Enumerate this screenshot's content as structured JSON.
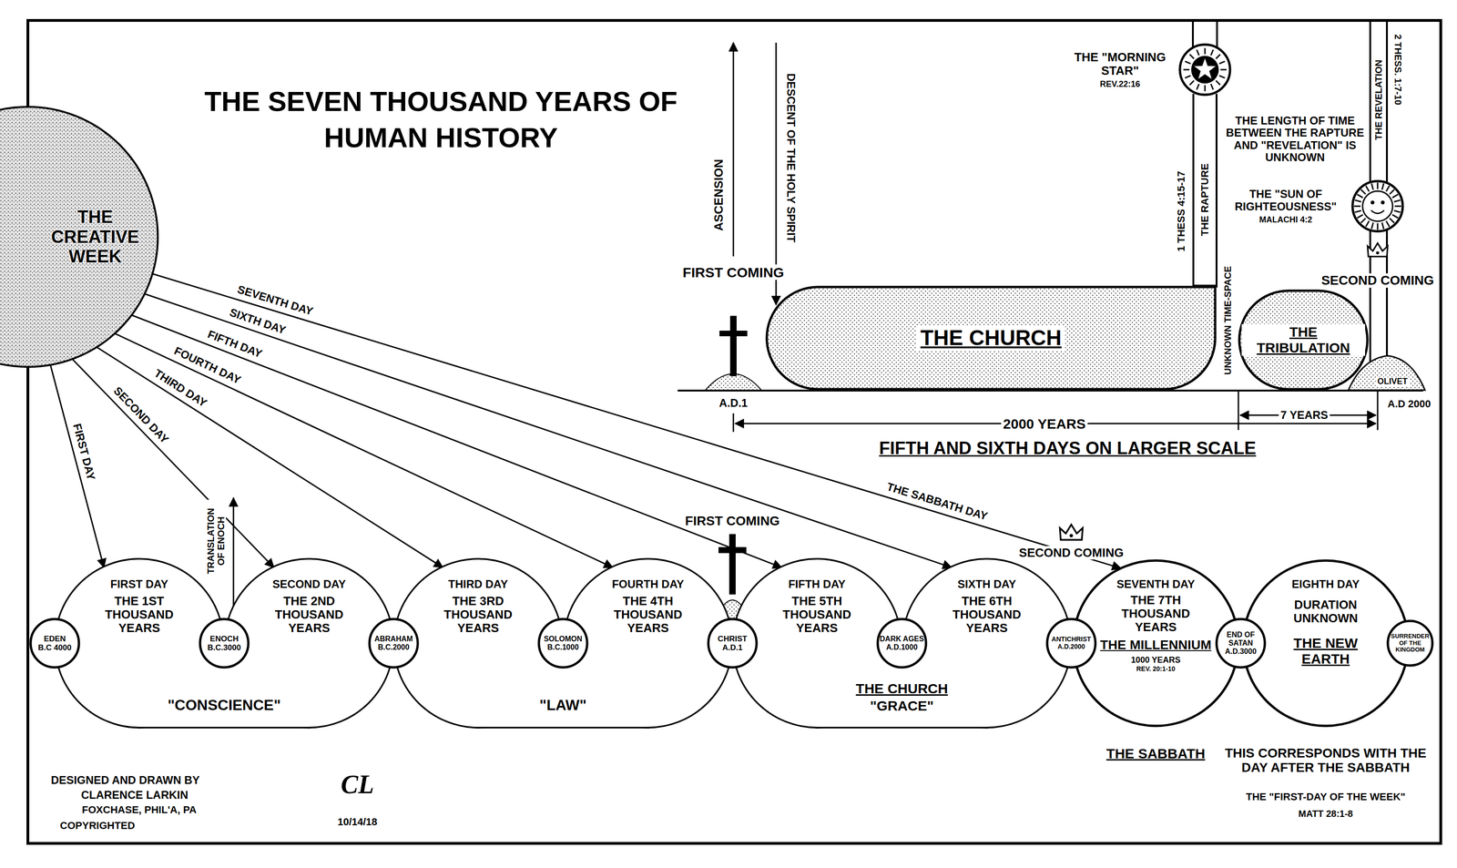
{
  "diagram": {
    "title": "THE SEVEN THOUSAND YEARS OF HUMAN HISTORY",
    "nodes": [
      {
        "text": [
          "THE CREATIVE WEEK"
        ]
      },
      {
        "text": [
          "EDEN",
          "B.C 4000"
        ]
      },
      {
        "text": [
          "\"CONSCIENCE\""
        ]
      },
      {
        "text": [
          "FIRST DAY",
          "THE 1ST THOUSAND YEARS"
        ],
        "in": 2
      },
      {
        "text": [
          "ENOCH",
          "B.C.3000"
        ]
      },
      {
        "text": [
          "SECOND DAY",
          "THE 2ND THOUSAND YEARS"
        ],
        "in": 2
      },
      {
        "text": [
          "ABRAHAM",
          "B.C.2000"
        ]
      },
      {
        "text": [
          "\"LAW\""
        ]
      },
      {
        "text": [
          "THIRD DAY",
          "THE 3RD THOUSAND YEARS"
        ],
        "in": 7
      },
      {
        "text": [
          "SOLOMON",
          "B.C.1000"
        ]
      },
      {
        "text": [
          "FOURTH DAY",
          "THE 4TH THOUSAND YEARS"
        ],
        "in": 7
      },
      {
        "text": [
          "CHRIST",
          "A.D.1"
        ]
      },
      {
        "text": [
          "THE CHURCH",
          "\"GRACE\""
        ]
      },
      {
        "text": [
          "FIFTH DAY",
          "THE 5TH THOUSAND YEARS"
        ],
        "in": 12
      },
      {
        "text": [
          "DARK AGES",
          "A.D.1000"
        ]
      },
      {
        "text": [
          "SIXTH DAY",
          "THE 6TH THOUSAND YEARS"
        ],
        "in": 12
      },
      {
        "text": [
          "ANTICHRIST",
          "A.D.2000"
        ]
      },
      {
        "text": [
          "SEVENTH DAY",
          "THE 7TH THOUSAND YEARS",
          "THE MILLENNIUM",
          "1000 YEARS",
          "REV. 20:1-10"
        ]
      },
      {
        "text": [
          "END OF SATAN",
          "A.D.3000"
        ]
      },
      {
        "text": [
          "EIGHTH DAY",
          "DURATION UNKNOWN",
          "THE NEW EARTH"
        ]
      },
      {
        "text": [
          "SURRENDER OF THE KINGDOM"
        ]
      },
      {
        "text": [
          "THE \"MORNING STAR\"",
          "REV.22:16"
        ]
      },
      {
        "text": [
          "THE \"SUN OF RIGHTEOUSNESS\"",
          "MALACHI 4:2"
        ]
      },
      {
        "text": [
          "THE CHURCH"
        ]
      },
      {
        "text": [
          "THE TRIBULATION"
        ]
      }
    ],
    "edges": [
      {
        "from": 0,
        "to": 3,
        "label": "FIRST DAY",
        "arrow": "to"
      },
      {
        "from": 0,
        "to": 5,
        "label": "SECOND DAY",
        "arrow": "to"
      },
      {
        "from": 0,
        "to": 8,
        "label": "THIRD DAY",
        "arrow": "to"
      },
      {
        "from": 0,
        "to": 10,
        "label": "FOURTH DAY",
        "arrow": "to"
      },
      {
        "from": 0,
        "to": 13,
        "label": "FIFTH DAY",
        "arrow": "to"
      },
      {
        "from": 0,
        "to": 15,
        "label": "SIXTH DAY",
        "arrow": "to"
      },
      {
        "from": 0,
        "to": 17,
        "label": "SEVENTH DAY",
        "arrow": "to"
      },
      {
        "from": 23,
        "to": 21,
        "label": "THE RAPTURE",
        "arrow": "none"
      }
    ],
    "labels": [
      "THE SABBATH DAY",
      "TRANSLATION OF ENOCH",
      "FIRST COMING",
      "SECOND COMING",
      "THE SABBATH",
      "THIS CORRESPONDS WITH THE DAY AFTER THE SABBATH",
      "THE \"FIRST-DAY OF THE WEEK\"",
      "MATT 28:1-8",
      "DESIGNED AND DRAWN BY",
      "CLARENCE LARKIN",
      "FOXCHASE, PHIL'A, PA",
      "COPYRIGHTED",
      "CL",
      "10/14/18",
      "ASCENSION",
      "DESCENT OF THE HOLY SPIRIT",
      "FIRST COMING",
      "1 THESS 4:15-17",
      "UNKNOWN TIME-SPACE",
      "THE LENGTH OF TIME BETWEEN THE RAPTURE AND \"REVELATION\" IS UNKNOWN",
      "THE REVELATION",
      "2 THESS. 1:7-10",
      "SECOND COMING",
      "OLIVET",
      "A.D.1",
      "A.D 2000",
      "2000 YEARS",
      "7 YEARS",
      "FIFTH AND SIXTH DAYS ON LARGER SCALE"
    ]
  }
}
